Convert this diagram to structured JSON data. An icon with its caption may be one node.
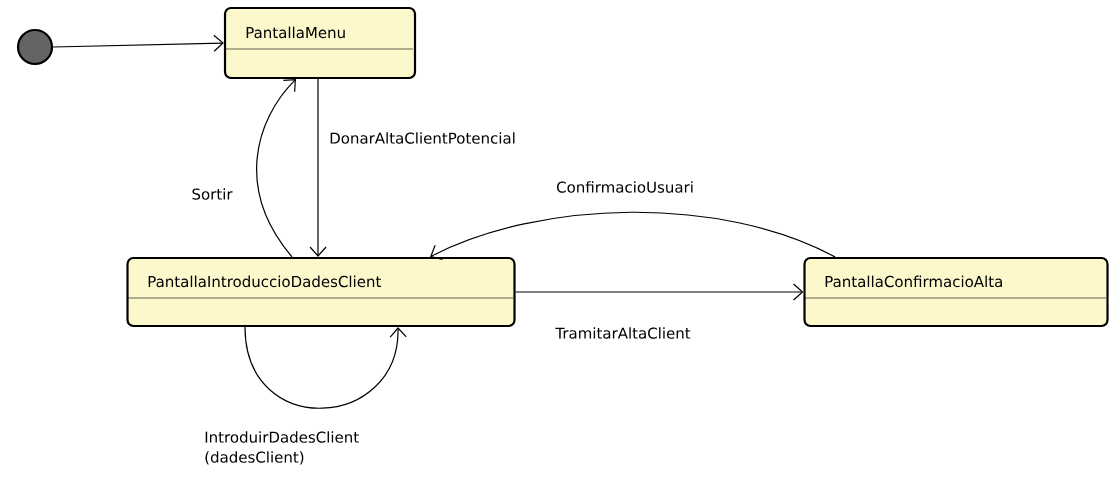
{
  "diagram": {
    "nodes": [
      {
        "text": [],
        "shape": "circle"
      },
      {
        "text": [
          "PantallaMenu"
        ]
      },
      {
        "text": [
          "PantallaIntroduccioDadesClient"
        ]
      },
      {
        "text": [
          "PantallaConfirmacioAlta"
        ]
      }
    ],
    "edges": [
      {
        "from": 0,
        "to": 1,
        "arrow": "to"
      },
      {
        "from": 1,
        "to": 2,
        "arrow": "to",
        "label": "DonarAltaClientPotencial"
      },
      {
        "from": 2,
        "to": 1,
        "arrow": "to",
        "label": "Sortir"
      },
      {
        "from": 2,
        "to": 3,
        "arrow": "to",
        "label": "TramitarAltaClient"
      },
      {
        "from": 3,
        "to": 2,
        "arrow": "to",
        "label": "ConfirmacioUsuari"
      },
      {
        "from": 2,
        "to": 2,
        "arrow": "to",
        "label": "IntroduirDadesClient (dadesClient)"
      }
    ]
  }
}
